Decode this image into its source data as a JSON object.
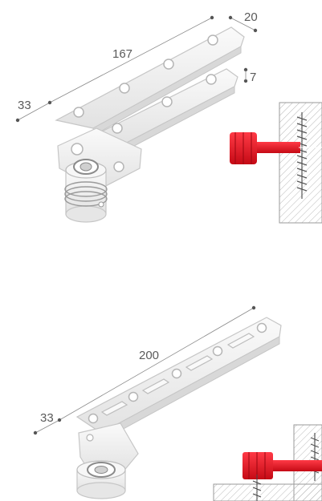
{
  "figure_top": {
    "dimensions": {
      "length": "167",
      "width": "20",
      "offset": "33",
      "thickness": "7"
    },
    "detail_accent": "#e4101f"
  },
  "figure_bottom": {
    "dimensions": {
      "length": "200",
      "offset": "33"
    },
    "detail_accent": "#e4101f"
  },
  "colors": {
    "metal_light": "#f4f4f4",
    "metal_edge": "#c9c9c9",
    "line": "#a0a0a0",
    "accent": "#e4101f"
  }
}
